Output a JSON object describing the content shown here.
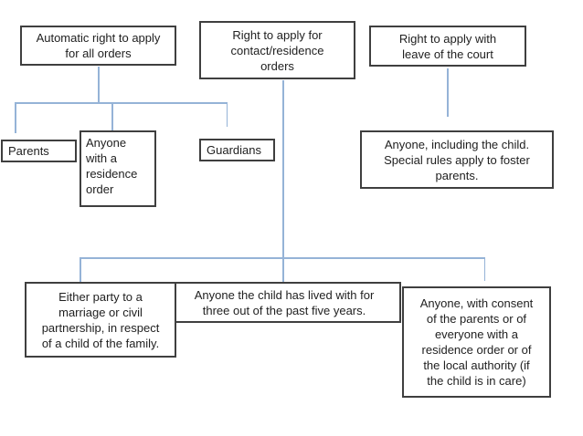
{
  "colors": {
    "connector": "#95b3d7",
    "box-border": "#3f3f3f",
    "text": "#212121",
    "background": "#ffffff"
  },
  "diagram": {
    "nodes": {
      "automatic_right": "Automatic right to apply\nfor all orders",
      "contact_residence": "Right to apply for\ncontact/residence\norders",
      "leave_court": "Right to apply with\nleave of the court",
      "parents": "Parents",
      "residence_order": "Anyone\nwith a\nresidence\norder",
      "guardians": "Guardians",
      "anyone_including_child": "Anyone, including the child.\nSpecial rules apply to foster\nparents.",
      "either_party": "Either party to a\nmarriage or civil\npartnership, in respect\nof a child of the family.",
      "lived_with": "Anyone the child has lived with for\nthree out of the past five years.",
      "consent": "Anyone, with consent\nof the parents or of\neveryone with a\nresidence order or of\nthe local authority (if\nthe child is in care)"
    }
  }
}
